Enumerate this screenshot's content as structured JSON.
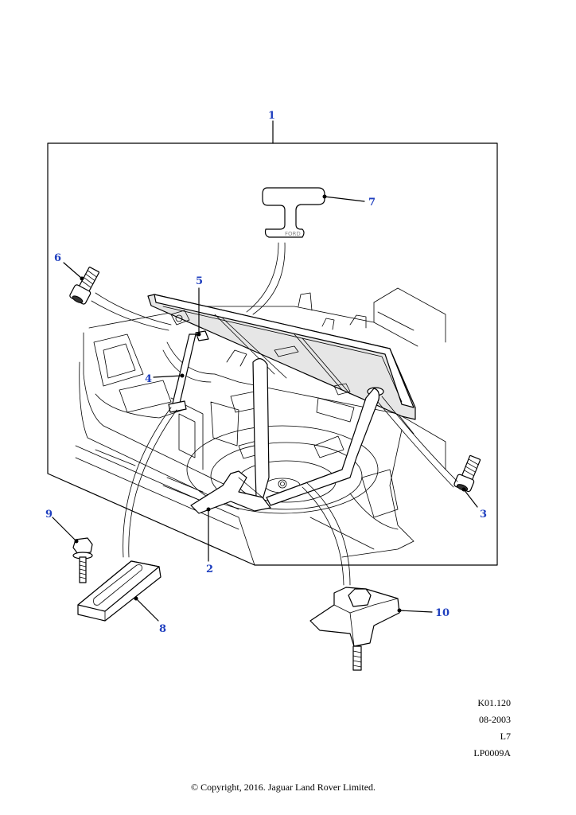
{
  "diagram": {
    "callouts": {
      "c1": "1",
      "c2": "2",
      "c3": "3",
      "c4": "4",
      "c5": "5",
      "c6": "6",
      "c7": "7",
      "c8": "8",
      "c9": "9",
      "c10": "10"
    },
    "handle_embossed_text": "FORD"
  },
  "reference": {
    "code": "K01.120",
    "date": "08-2003",
    "level": "L7",
    "illustration_id": "LP0009A"
  },
  "footer": {
    "copyright": "© Copyright, 2016. Jaguar Land Rover Limited."
  },
  "colors": {
    "callout": "#1f3fbf",
    "line": "#000000",
    "background": "#ffffff"
  }
}
